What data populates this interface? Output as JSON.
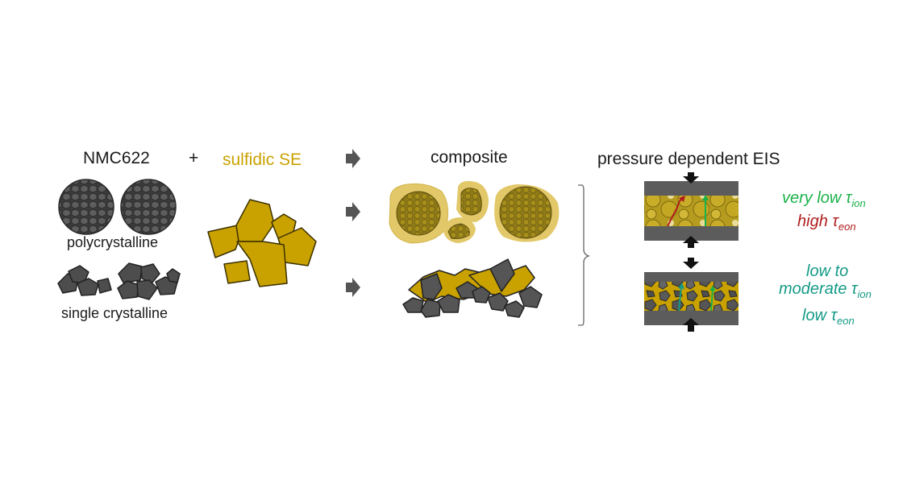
{
  "titles": {
    "nmc": "NMC622",
    "plus": "+",
    "se": "sulfidic SE",
    "composite": "composite",
    "eis": "pressure dependent EIS"
  },
  "labels": {
    "poly": "polycrystalline",
    "single": "single crystalline"
  },
  "results": {
    "top_line1_prefix": "very low τ",
    "top_line1_sub": "ion",
    "top_line2_prefix": "high τ",
    "top_line2_sub": "eon",
    "bottom_line1": "low to",
    "bottom_line2_prefix": "moderate τ",
    "bottom_line2_sub": "ion",
    "bottom_line3_prefix": "low τ",
    "bottom_line3_sub": "eon"
  },
  "colors": {
    "nmc_dark": "#4a4a4a",
    "se_gold": "#c9a200",
    "green": "#19b24a",
    "red": "#b01d1d",
    "teal": "#149a86",
    "arrow_gray": "#555555"
  }
}
